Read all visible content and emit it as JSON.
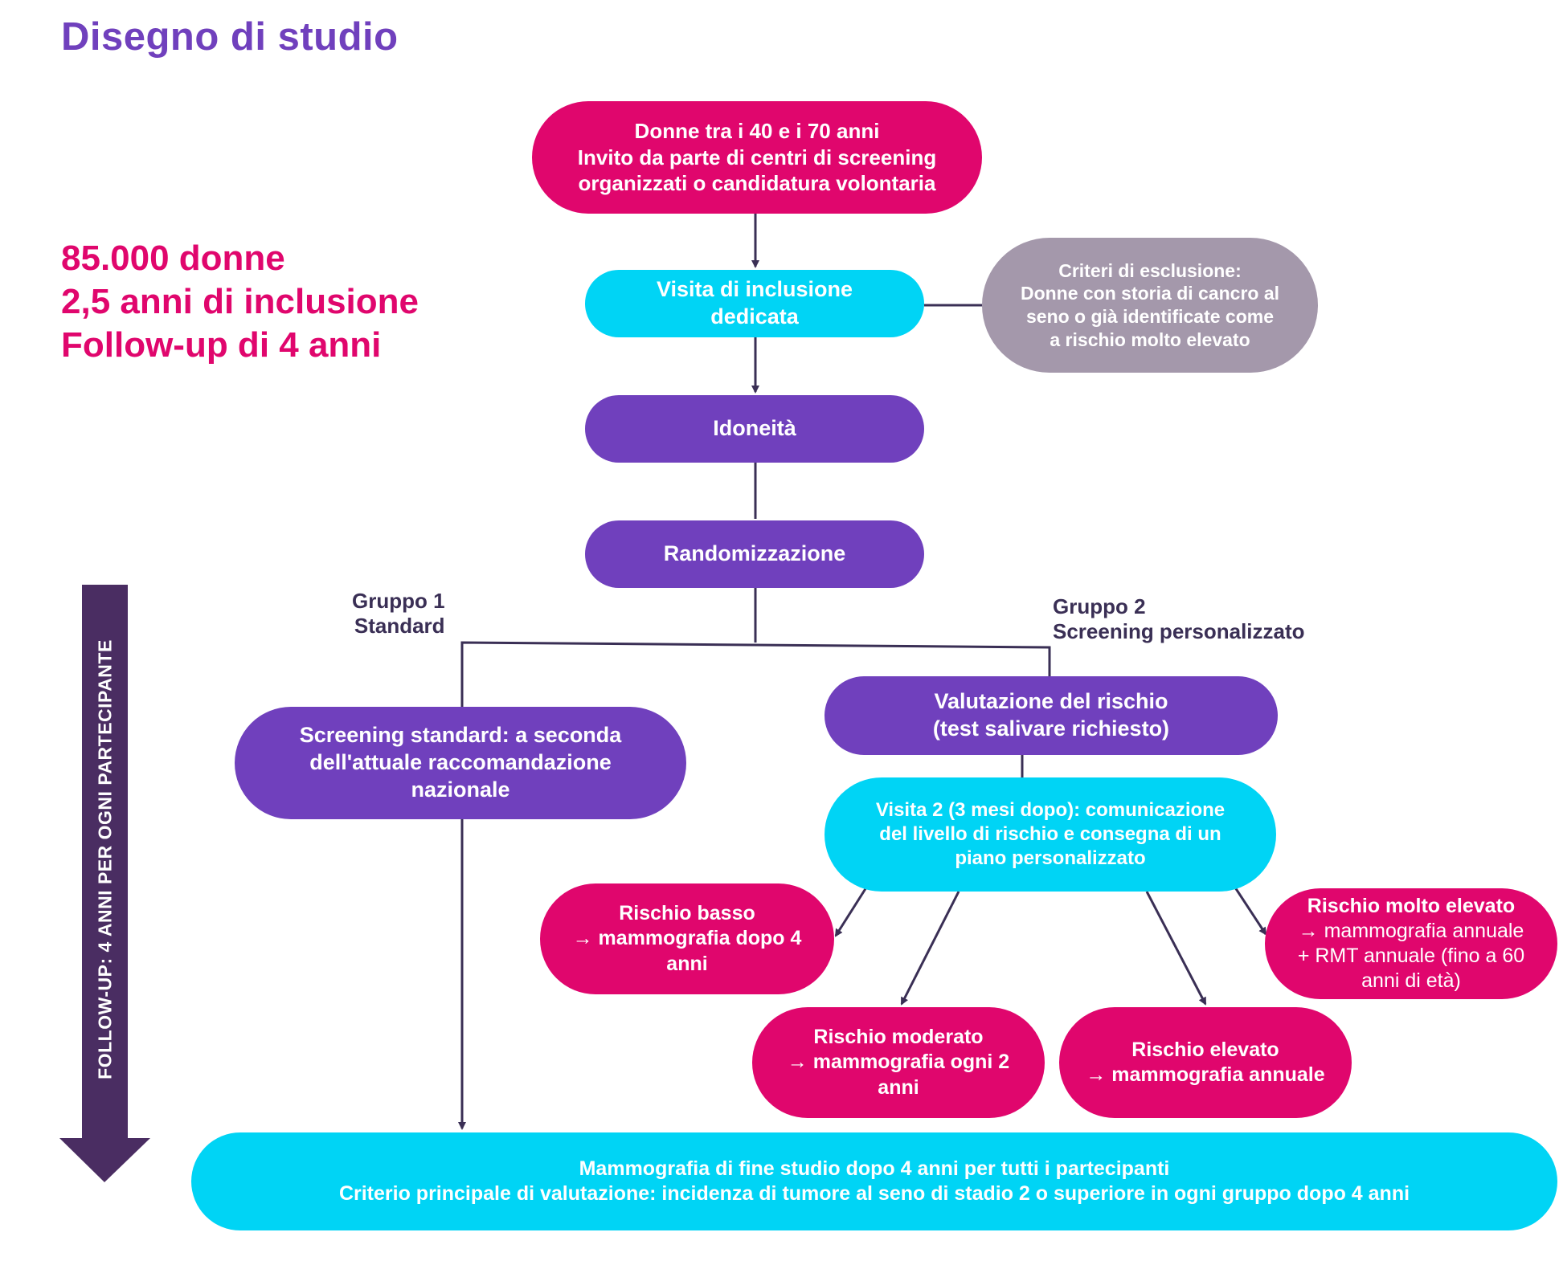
{
  "title": "Disegno di studio",
  "stats": [
    "85.000 donne",
    "2,5 anni di inclusione",
    "Follow-up di 4 anni"
  ],
  "followup_label": "FOLLOW-UP: 4 ANNI PER OGNI PARTECIPANTE",
  "nodes": {
    "population": [
      "Donne tra i 40 e i 70 anni",
      "Invito da parte di centri di screening",
      "organizzati o candidatura volontaria"
    ],
    "inclusion_visit": [
      "Visita di inclusione",
      "dedicata"
    ],
    "exclusion": [
      "Criteri di esclusione:",
      "Donne con storia di cancro al",
      "seno o già identificate come",
      "a rischio molto elevato"
    ],
    "eligibility": "Idoneità",
    "randomization": "Randomizzazione",
    "standard_screening": [
      "Screening standard: a seconda",
      "dell'attuale raccomandazione",
      "nazionale"
    ],
    "risk_assessment": [
      "Valutazione del rischio",
      "(test salivare richiesto)"
    ],
    "visit2": [
      "Visita 2 (3 mesi dopo): comunicazione",
      "del livello di rischio e consegna di un",
      "piano personalizzato"
    ],
    "low_risk": [
      "Rischio basso",
      "→ mammografia dopo 4",
      "anni"
    ],
    "moderate_risk": [
      "Rischio moderato",
      "→ mammografia ogni 2",
      "anni"
    ],
    "high_risk": [
      "Rischio elevato",
      "→ mammografia annuale"
    ],
    "very_high_risk": [
      "Rischio molto elevato",
      "→ mammografia annuale",
      "+ RMT annuale (fino a 60",
      "anni di età)"
    ],
    "end_of_study": [
      "Mammografia di fine studio dopo 4 anni per tutti i partecipanti",
      "Criterio principale di valutazione: incidenza di tumore al seno di stadio 2 o superiore in ogni gruppo dopo 4 anni"
    ]
  },
  "groups": {
    "group1": [
      "Gruppo 1",
      "Standard"
    ],
    "group2": [
      "Gruppo 2",
      "Screening personalizzato"
    ]
  },
  "colors": {
    "magenta": "#e0066d",
    "cyan": "#00d4f5",
    "purple": "#7040bd",
    "grey": "#a498ab",
    "dark": "#3a2f55"
  }
}
